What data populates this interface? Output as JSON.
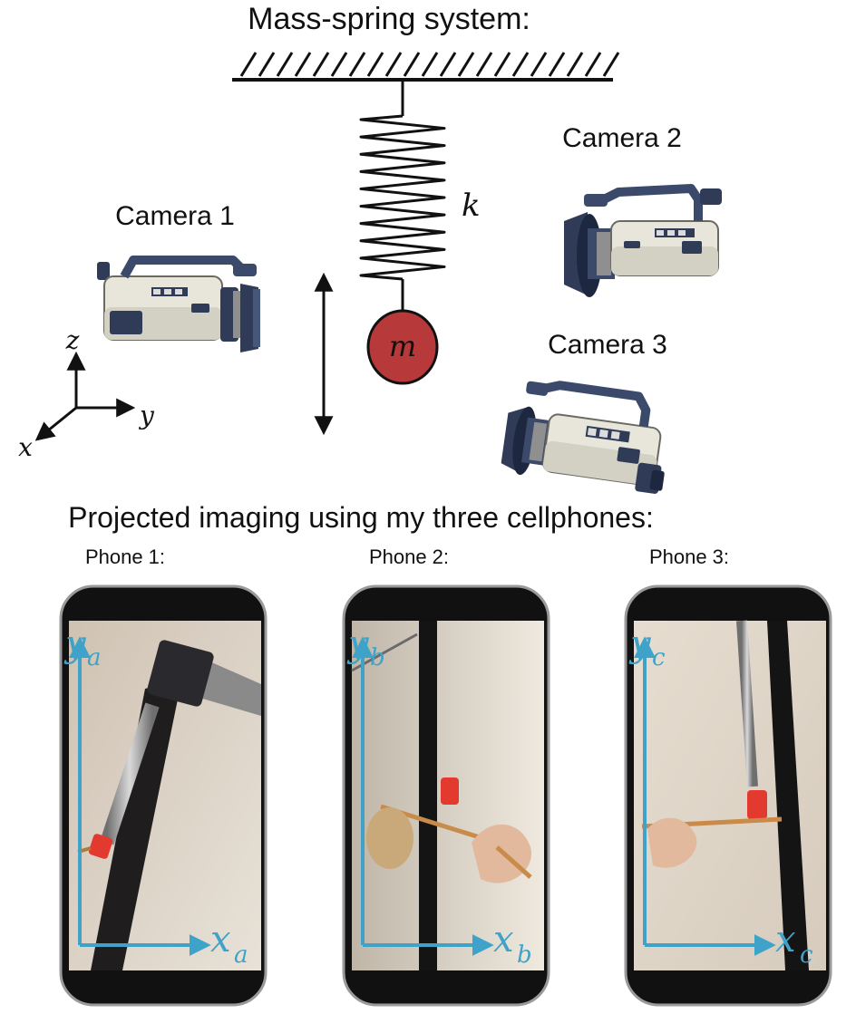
{
  "title": "Mass-spring system:",
  "spring_constant_label": "k",
  "mass_label": "m",
  "axes": {
    "x": "x",
    "y": "y",
    "z": "z"
  },
  "cameras": [
    {
      "label": "Camera 1"
    },
    {
      "label": "Camera 2"
    },
    {
      "label": "Camera 3"
    }
  ],
  "projection_title": "Projected imaging using my three cellphones:",
  "phones": [
    {
      "label": "Phone 1:",
      "x_axis": "x",
      "x_sub": "a",
      "y_axis": "y",
      "y_sub": "a"
    },
    {
      "label": "Phone 2:",
      "x_axis": "x",
      "x_sub": "b",
      "y_axis": "y",
      "y_sub": "b"
    },
    {
      "label": "Phone 3:",
      "x_axis": "x",
      "x_sub": "c",
      "y_axis": "y",
      "y_sub": "c"
    }
  ],
  "colors": {
    "mass_fill": "#b8393a",
    "phone_axis": "#3fa3c9",
    "camera_body": "#e8e6da",
    "camera_dark": "#3b4a6b"
  }
}
